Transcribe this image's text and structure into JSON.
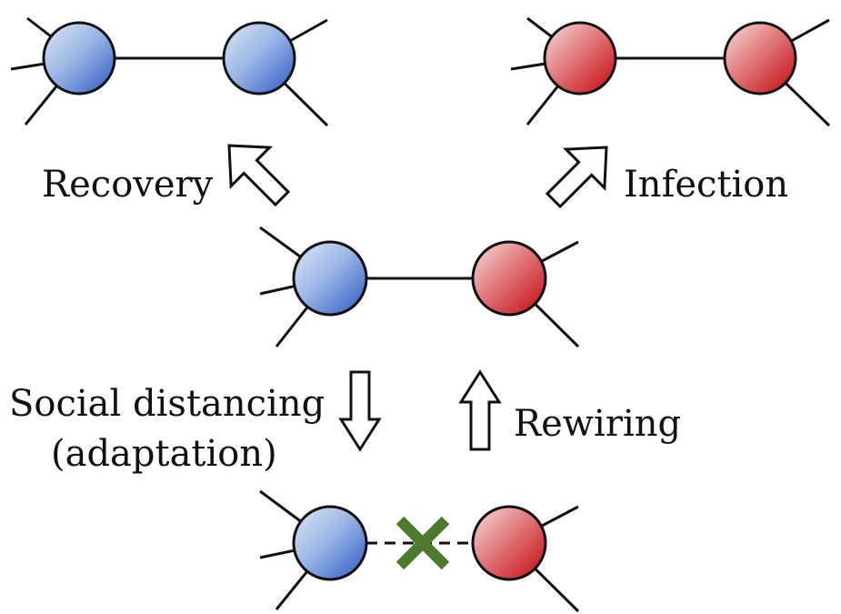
{
  "labels": {
    "recovery": "Recovery",
    "infection": "Infection",
    "social_distancing": "Social distancing",
    "adaptation": "(adaptation)",
    "rewiring": "Rewiring"
  },
  "colors": {
    "susceptible_light": "#c9d8f2",
    "susceptible_dark": "#2f5fc6",
    "infected_light": "#f3c4c4",
    "infected_dark": "#c4080e",
    "edge": "#111111",
    "cut_mark": "#4d7a2e"
  },
  "icons": {
    "arrows": "hollow-block-arrow",
    "cut": "x-mark"
  }
}
